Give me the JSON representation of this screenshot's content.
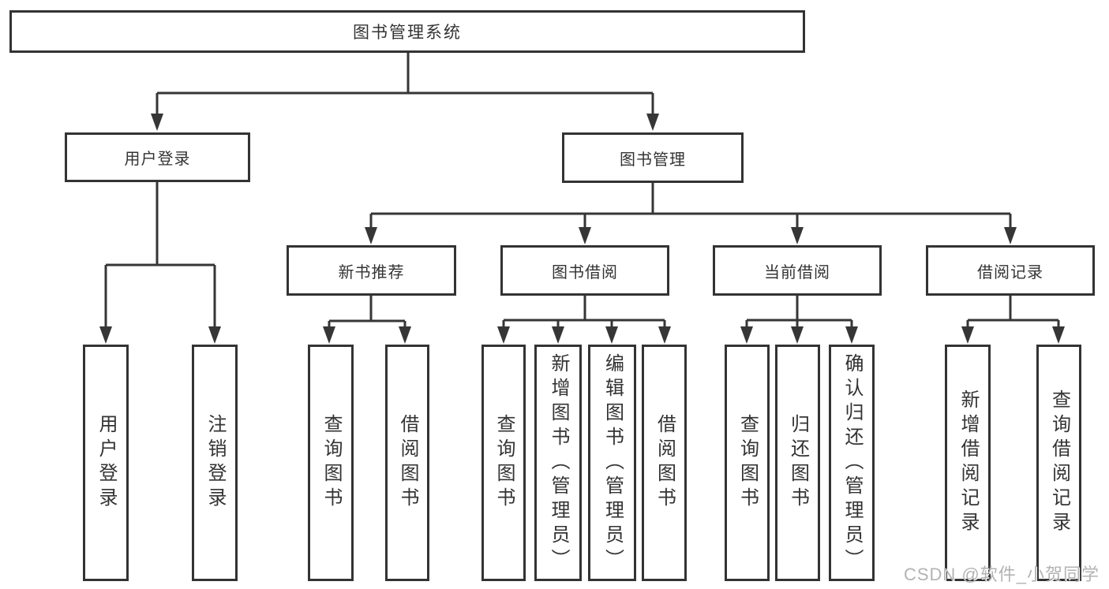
{
  "colors": {
    "line": "#363636",
    "box_border": "#333333",
    "text": "#333333",
    "background": "#ffffff",
    "watermark": "#b3b3b3"
  },
  "tree": {
    "root": {
      "label": "图书管理系统"
    },
    "branches": [
      {
        "label": "用户登录",
        "leaves": [
          "用户登录",
          "注销登录"
        ]
      },
      {
        "label": "图书管理",
        "groups": [
          {
            "label": "新书推荐",
            "leaves": [
              "查询图书",
              "借阅图书"
            ]
          },
          {
            "label": "图书借阅",
            "leaves": [
              "查询图书",
              "新增图书（管理员）",
              "编辑图书（管理员）",
              "借阅图书"
            ]
          },
          {
            "label": "当前借阅",
            "leaves": [
              "查询图书",
              "归还图书",
              "确认归还（管理员）"
            ]
          },
          {
            "label": "借阅记录",
            "leaves": [
              "新增借阅记录",
              "查询借阅记录"
            ]
          }
        ]
      }
    ]
  },
  "watermark": "CSDN @软件_小贺同学"
}
